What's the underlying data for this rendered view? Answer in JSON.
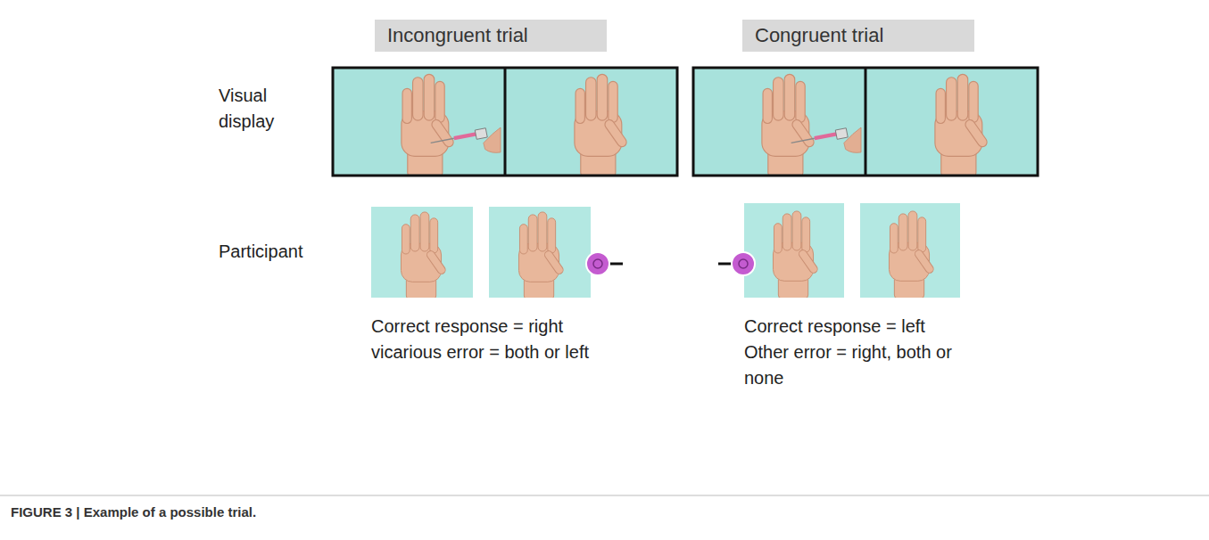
{
  "diagram": {
    "caption": "FIGURE 3 | Example of a possible trial.",
    "nodes": [
      {
        "text": [
          "Incongruent trial"
        ]
      },
      {
        "text": [
          "Congruent trial"
        ]
      }
    ],
    "labels": [
      "Visual display",
      "Participant",
      "Correct response = right",
      "vicarious error = both or left",
      "Correct response = left",
      "Other error = right, both or none"
    ]
  }
}
